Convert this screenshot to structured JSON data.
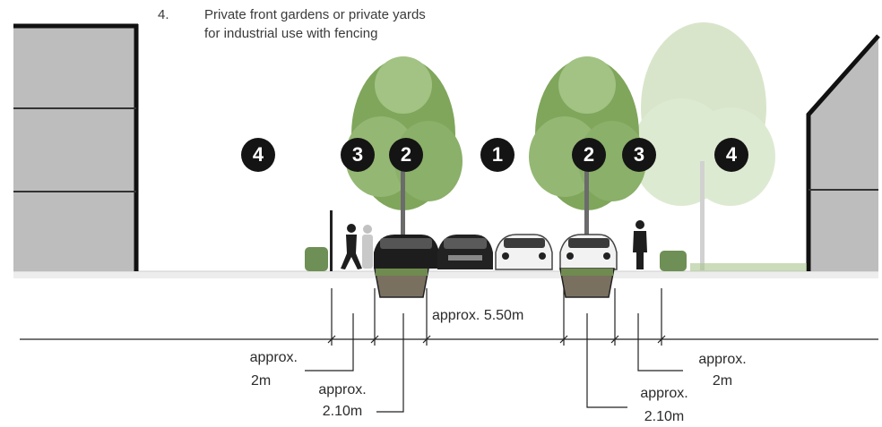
{
  "legend": {
    "number": "4.",
    "line1": "Private front gardens or private yards",
    "line2": "for industrial use with fencing"
  },
  "badges": [
    "4",
    "3",
    "2",
    "1",
    "2",
    "3",
    "4"
  ],
  "dimensions": {
    "left_sidewalk": [
      "approx.",
      "2m"
    ],
    "left_tree": [
      "approx.",
      "2.10m"
    ],
    "carriageway": "approx. 5.50m",
    "right_tree": [
      "approx.",
      "2.10m"
    ],
    "right_sidewalk": [
      "approx.",
      "2m"
    ]
  }
}
